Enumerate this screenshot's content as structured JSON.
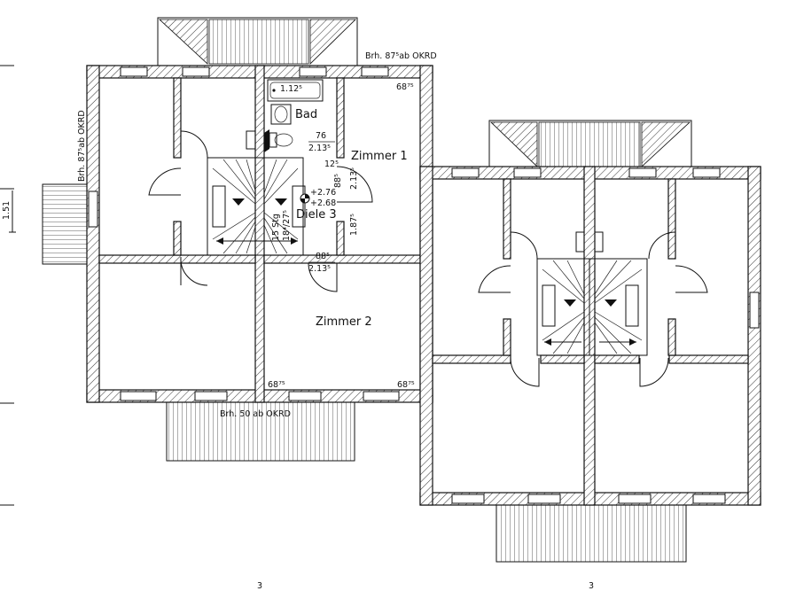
{
  "labels": {
    "room_zimmer1": "Zimmer 1",
    "room_zimmer2": "Zimmer 2",
    "room_bad": "Bad",
    "room_diele": "Diele 3",
    "brh_top": "Brh. 87⁵ab OKRD",
    "brh_left": "Brh. 87⁵ab OKRD",
    "brh_bottom": "Brh. 50 ab OKRD",
    "stairs": "15 Stg",
    "stairs_ratio": "18⁴/27⁵",
    "dim_left": "1.51",
    "level1": "+2.76",
    "level2": "+2.68",
    "dim_bath_tub": "1.12⁵",
    "dim_76": "76",
    "dim_213a": "2.13⁵",
    "dim_125": "12⁵",
    "dim_885a": "88⁵",
    "dim_213b": "2.13⁵",
    "dim_187": "1.87⁵",
    "dim_885b": "88⁵",
    "dim_213c": "2.13⁵",
    "dim_6875a": "68⁷⁵",
    "dim_6875b": "68⁷⁵",
    "dim_6875c": "68⁷⁵",
    "page_left": "3",
    "page_right": "3"
  }
}
